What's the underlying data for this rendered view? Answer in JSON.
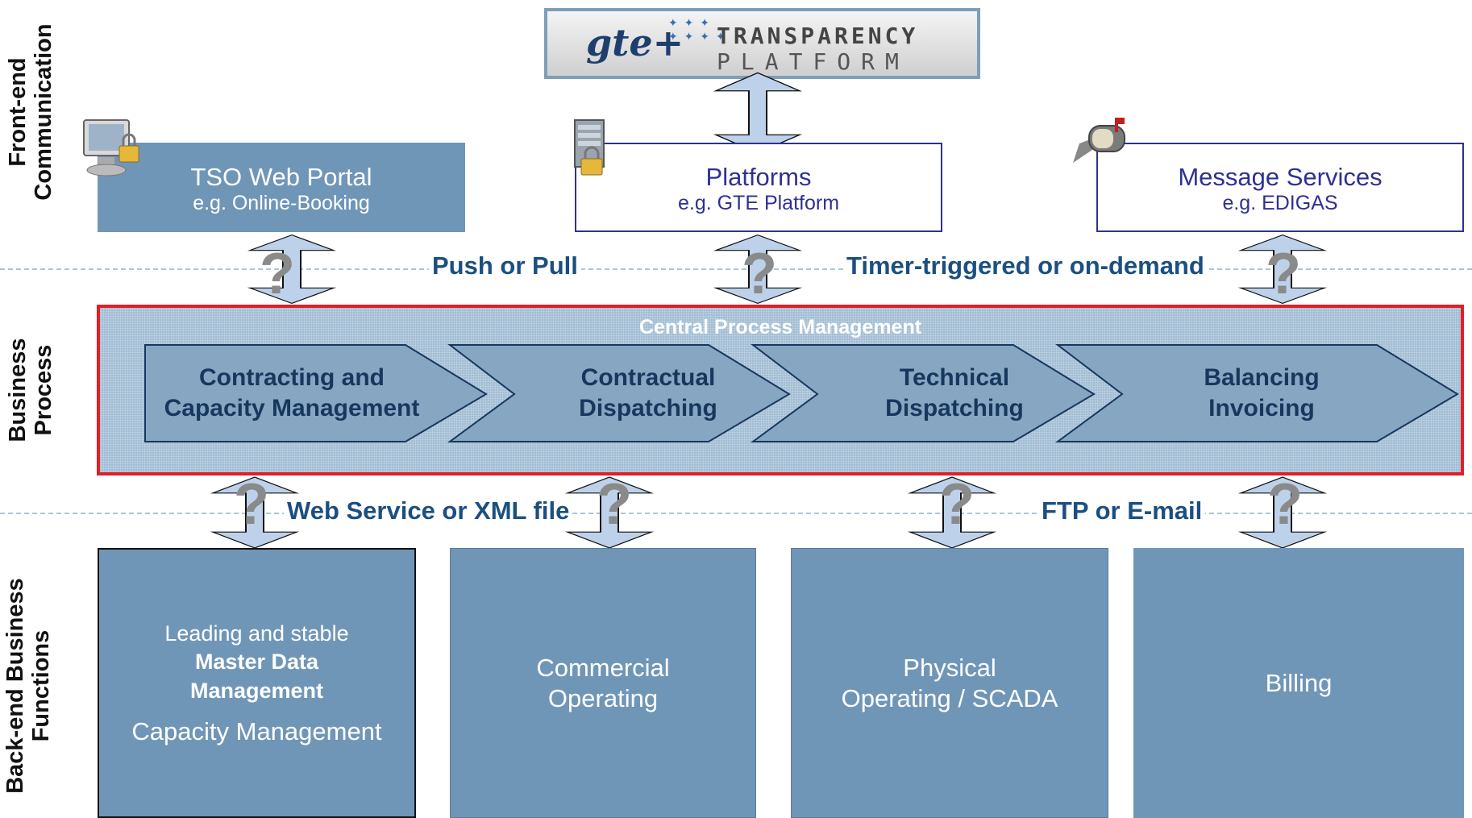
{
  "side_labels": {
    "frontend": [
      "Front-end",
      "Communication"
    ],
    "business": [
      "Business",
      "Process"
    ],
    "backend": [
      "Back-end Business",
      "Functions"
    ]
  },
  "logo": {
    "brand": "gte+",
    "line1": "TRANSPARENCY",
    "line2": "PLATFORM"
  },
  "frontend_boxes": [
    {
      "title": "TSO Web Portal",
      "subtitle": "e.g. Online-Booking"
    },
    {
      "title": "Platforms",
      "subtitle": "e.g. GTE Platform"
    },
    {
      "title": "Message Services",
      "subtitle": "e.g. EDIGAS"
    }
  ],
  "protocols_top": [
    "Push or Pull",
    "Timer-triggered or on-demand"
  ],
  "protocols_bottom": [
    "Web Service or XML file",
    "FTP or E-mail"
  ],
  "question_mark": "?",
  "central": {
    "title": "Central Process Management",
    "steps": [
      [
        "Contracting and",
        "Capacity Management"
      ],
      [
        "Contractual",
        "Dispatching"
      ],
      [
        "Technical",
        "Dispatching"
      ],
      [
        "Balancing",
        "Invoicing"
      ]
    ]
  },
  "backend_boxes": [
    {
      "line1": "Leading and stable",
      "bold1": "Master Data",
      "bold2": "Management",
      "line2": "Capacity Management"
    },
    {
      "line1": "Commercial",
      "line2": "Operating"
    },
    {
      "line1": "Physical",
      "line2": "Operating / SCADA"
    },
    {
      "line1": "Billing"
    }
  ],
  "colors": {
    "box_fill": "#7096b7",
    "text_blue": "#2e3192",
    "protocol_text": "#1b4f81",
    "highlight_border": "#e01f26",
    "arrow_fill": "#bdd2ea"
  }
}
